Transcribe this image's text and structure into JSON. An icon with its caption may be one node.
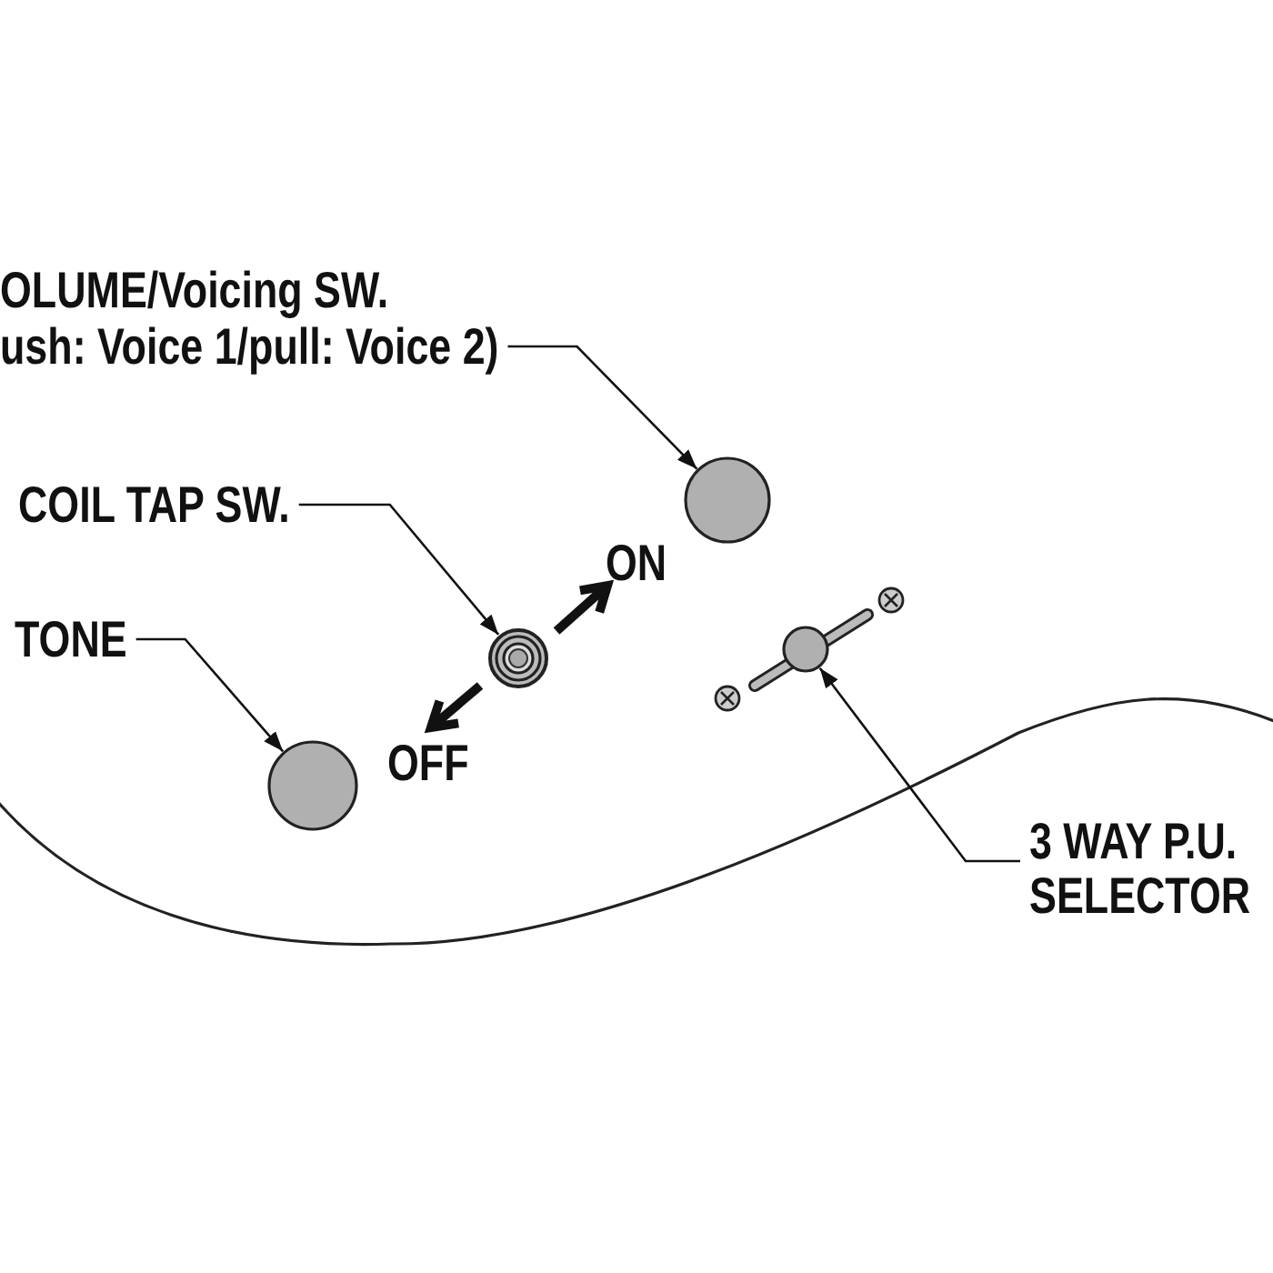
{
  "diagram": {
    "nodes": [
      {
        "text": [
          "OLUME/Voicing SW.",
          "ush: Voice 1/pull: Voice 2)"
        ]
      },
      {
        "text": [],
        "shape": "circle"
      },
      {
        "text": [
          "COIL TAP SW."
        ]
      },
      {
        "text": [],
        "shape": "circle"
      },
      {
        "text": [
          "TONE"
        ]
      },
      {
        "text": [],
        "shape": "circle"
      },
      {
        "text": [
          "3 WAY P.U. SELECTOR"
        ]
      },
      {
        "text": [],
        "shape": "picture"
      }
    ],
    "edges": [
      {
        "from": 0,
        "to": 1,
        "arrow": "to"
      },
      {
        "from": 2,
        "to": 3,
        "arrow": "to"
      },
      {
        "from": 4,
        "to": 5,
        "arrow": "to"
      },
      {
        "from": 6,
        "to": 7,
        "arrow": "to"
      }
    ],
    "labels": [
      "ON",
      "OFF"
    ]
  }
}
